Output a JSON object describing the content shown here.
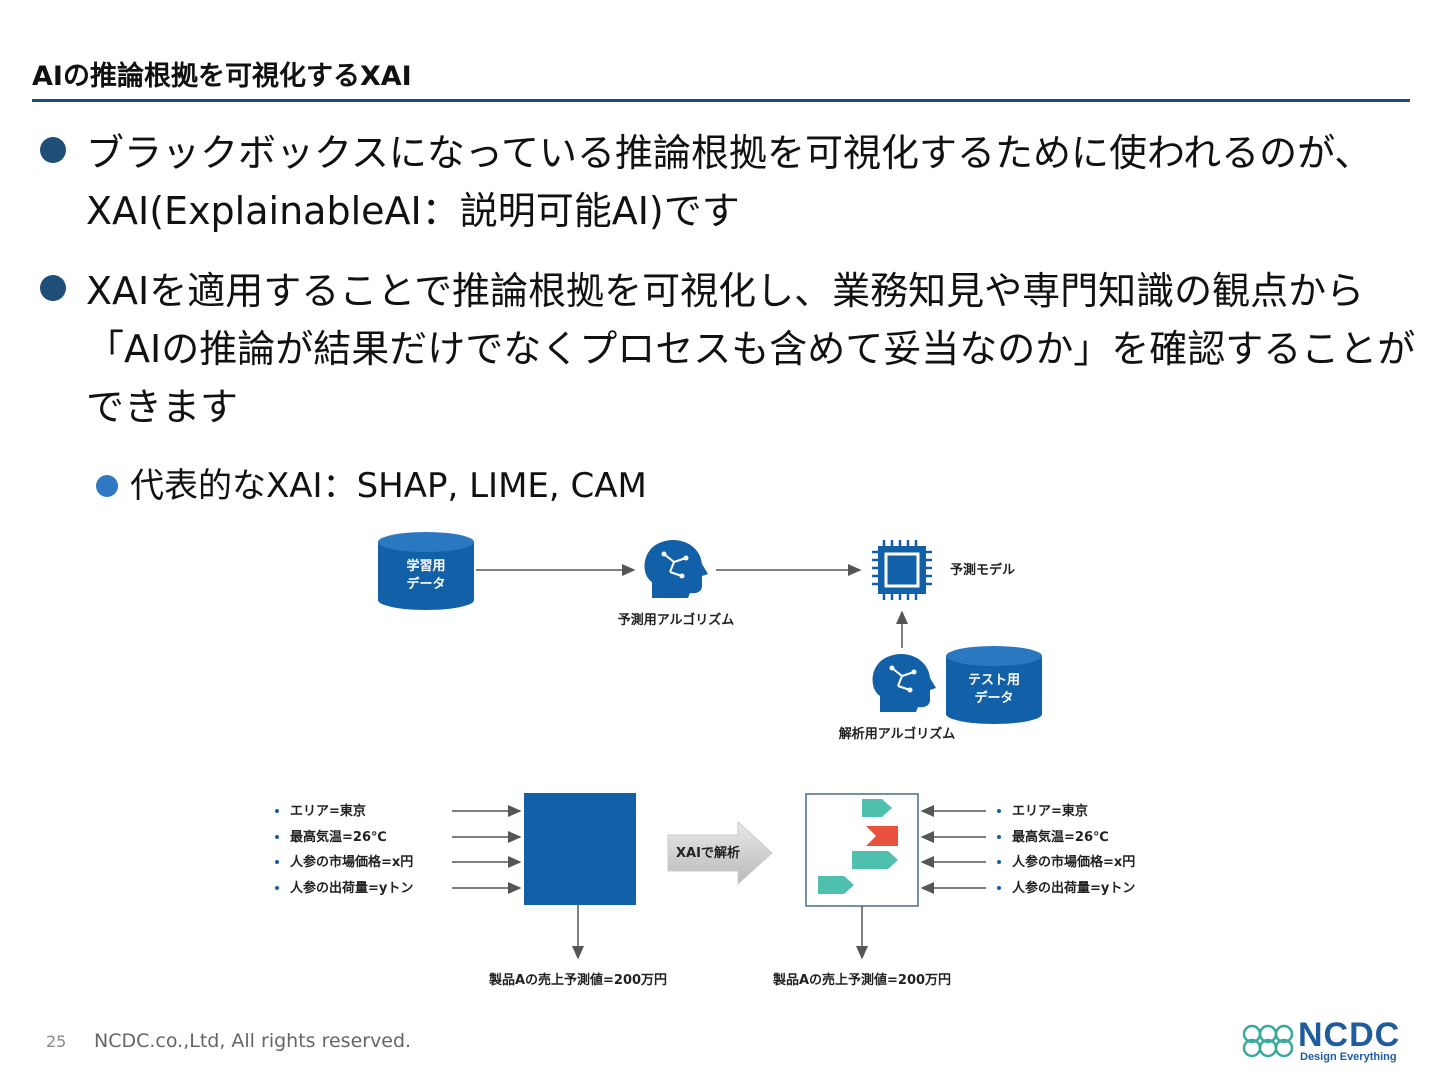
{
  "slide": {
    "title": "AIの推論根拠を可視化するXAI",
    "bullets": [
      "ブラックボックスになっている推論根拠を可視化するために使われるのが、XAI(ExplainableAI：説明可能AI)です",
      "XAIを適用することで推論根拠を可視化し、業務知見や専門知識の観点から「AIの推論が結果だけでなくプロセスも含めて妥当なのか」を確認することができます"
    ],
    "sub_bullet": "代表的なXAI：SHAP, LIME, CAM"
  },
  "diagram": {
    "top": {
      "training_data": [
        "学習用",
        "データ"
      ],
      "prediction_algorithm": "予測用アルゴリズム",
      "prediction_model": "予測モデル",
      "test_data": [
        "テスト用",
        "データ"
      ],
      "analysis_algorithm": "解析用アルゴリズム"
    },
    "bottom": {
      "inputs": [
        "エリア=東京",
        "最高気温=26℃",
        "人参の市場価格=x円",
        "人参の出荷量=yトン"
      ],
      "output": "製品Aの売上予測値=200万円",
      "xai_arrow": "XAIで解析"
    },
    "colors": {
      "blue": "#1160a8",
      "teal": "#4fbfae",
      "red": "#e8513e",
      "arrow": "#555555"
    }
  },
  "footer": {
    "page": "25",
    "copyright": "NCDC.co.,Ltd, All rights reserved.",
    "logo": "NCDC",
    "logo_tagline": "Design Everything"
  }
}
